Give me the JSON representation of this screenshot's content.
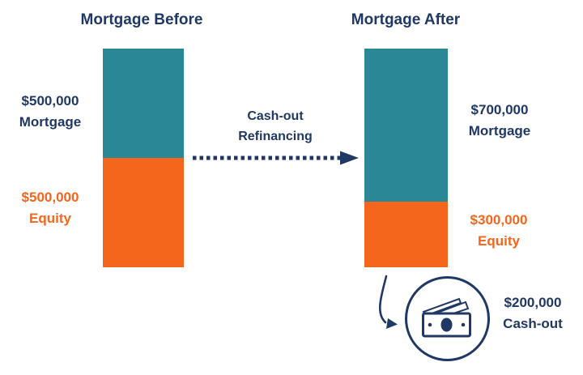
{
  "colors": {
    "navy": "#1f3864",
    "teal": "#2a8796",
    "orange": "#f4661c",
    "background": "#ffffff"
  },
  "titles": {
    "before": "Mortgage Before",
    "after": "Mortgage After"
  },
  "bar_labels": {
    "before_mortgage": {
      "amount": "$500,000",
      "caption": "Mortgage"
    },
    "before_equity": {
      "amount": "$500,000",
      "caption": "Equity"
    },
    "after_mortgage": {
      "amount": "$700,000",
      "caption": "Mortgage"
    },
    "after_equity": {
      "amount": "$300,000",
      "caption": "Equity"
    }
  },
  "flow": {
    "line1": "Cash-out",
    "line2": "Refinancing"
  },
  "cash_out": {
    "amount": "$200,000",
    "caption": "Cash-out"
  },
  "icons": {
    "money": "banknote-in-circle",
    "flow_arrow": "dotted-arrow-right",
    "drop_arrow": "curved-arrow-down-right"
  },
  "chart_data": {
    "type": "bar",
    "subtype": "stacked",
    "title": "Cash-out Refinancing",
    "categories": [
      "Mortgage Before",
      "Mortgage After"
    ],
    "series": [
      {
        "name": "Mortgage",
        "color": "teal",
        "values": [
          500000,
          700000
        ]
      },
      {
        "name": "Equity",
        "color": "orange",
        "values": [
          500000,
          300000
        ]
      }
    ],
    "annotations": [
      {
        "label": "Cash-out",
        "value": 200000
      }
    ],
    "unit": "USD",
    "total_per_bar": 1000000,
    "legend": "none",
    "axes": "none"
  }
}
